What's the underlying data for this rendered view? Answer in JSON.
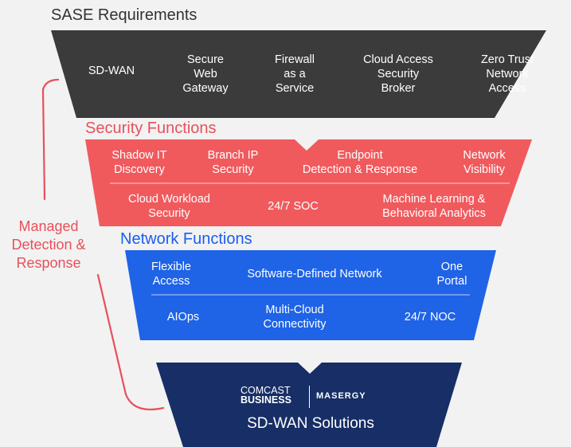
{
  "colors": {
    "sase_tier": "#3b3b3b",
    "security_tier": "#f05a5d",
    "network_tier": "#1f63e6",
    "solutions_tier": "#172e66",
    "mdr_accent": "#e8505b",
    "network_heading": "#1a5ef0"
  },
  "sase": {
    "heading": "SASE Requirements",
    "items": [
      "SD-WAN",
      "Secure\nWeb\nGateway",
      "Firewall\nas a\nService",
      "Cloud Access\nSecurity\nBroker",
      "Zero Trust\nNetwork\nAccess"
    ]
  },
  "security": {
    "heading": "Security Functions",
    "row1": [
      "Shadow IT\nDiscovery",
      "Branch IP\nSecurity",
      "Endpoint\nDetection & Response",
      "Network\nVisibility"
    ],
    "row2": [
      "Cloud Workload\nSecurity",
      "24/7 SOC",
      "Machine Learning &\nBehavioral Analytics"
    ]
  },
  "network": {
    "heading": "Network Functions",
    "row1": [
      "Flexible\nAccess",
      "Software-Defined Network",
      "One\nPortal"
    ],
    "row2": [
      "AIOps",
      "Multi-Cloud\nConnectivity",
      "24/7 NOC"
    ]
  },
  "mdr": {
    "label": "Managed\nDetection &\nResponse"
  },
  "solutions": {
    "logo_line1": "COMCAST",
    "logo_line2": "BUSINESS",
    "logo_right": "MASERGY",
    "title": "SD-WAN Solutions"
  }
}
